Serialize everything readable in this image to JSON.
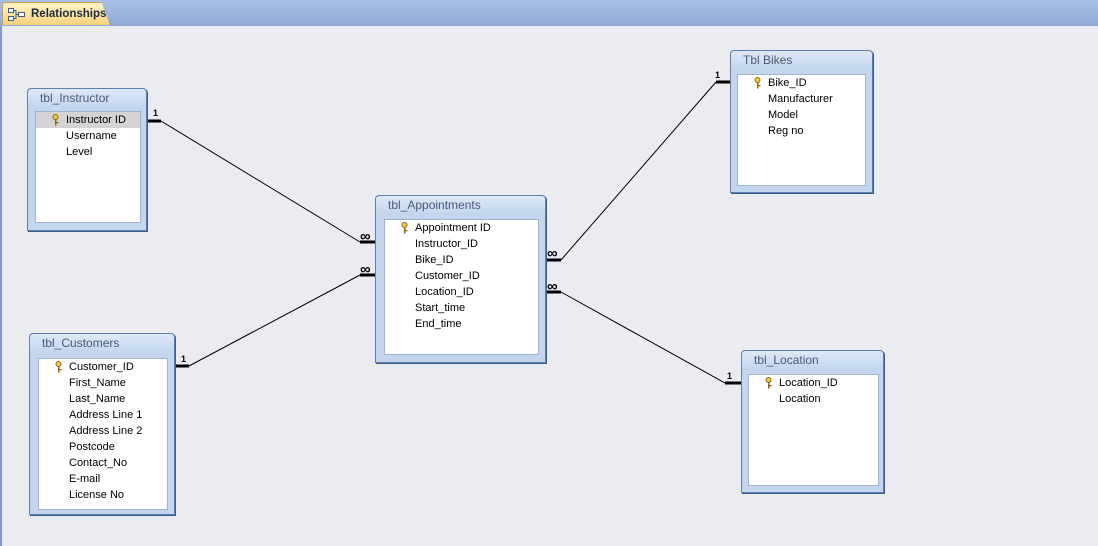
{
  "tab": {
    "label": "Relationships"
  },
  "tables": {
    "instructor": {
      "title": "tbl_Instructor",
      "fields": [
        "Instructor ID",
        "Username",
        "Level"
      ]
    },
    "customers": {
      "title": "tbl_Customers",
      "fields": [
        "Customer_ID",
        "First_Name",
        "Last_Name",
        "Address Line 1",
        "Address Line 2",
        "Postcode",
        "Contact_No",
        "E-mail",
        "License No"
      ]
    },
    "appointments": {
      "title": "tbl_Appointments",
      "fields": [
        "Appointment ID",
        "Instructor_ID",
        "Bike_ID",
        "Customer_ID",
        "Location_ID",
        "Start_time",
        "End_time"
      ]
    },
    "bikes": {
      "title": "Tbl Bikes",
      "fields": [
        "Bike_ID",
        "Manufacturer",
        "Model",
        "Reg no"
      ]
    },
    "location": {
      "title": "tbl_Location",
      "fields": [
        "Location_ID",
        "Location"
      ]
    }
  },
  "relationships": {
    "one_label": "1",
    "many_label": "∞"
  },
  "colors": {
    "tab_accent": "#f8d27c",
    "table_border": "#5f80b2",
    "line": "#000000"
  }
}
